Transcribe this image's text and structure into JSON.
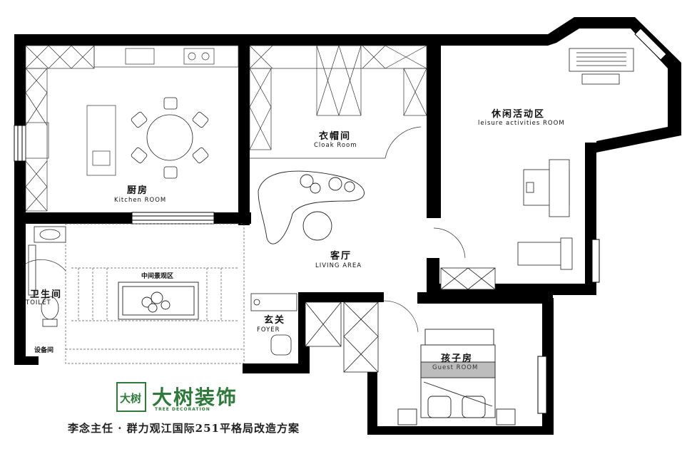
{
  "rooms": {
    "kitchen": {
      "zh": "厨房",
      "en": "Kitchen ROOM"
    },
    "cloak": {
      "zh": "衣帽间",
      "en": "Cloak Room"
    },
    "leisure": {
      "zh": "休闲活动区",
      "en": "leisure activities ROOM"
    },
    "living": {
      "zh": "客厅",
      "en": "LIVING AREA"
    },
    "bathroom": {
      "zh": "卫生间",
      "en": "TOILET"
    },
    "equipment": {
      "zh": "设备间"
    },
    "courtyard": {
      "zh": "中间景观区"
    },
    "foyer": {
      "zh": "玄关",
      "en": "FOYER"
    },
    "kids": {
      "zh": "孩子房",
      "en": "Guest ROOM"
    }
  },
  "logo": {
    "name": "大树装饰",
    "sub": "TREE DECORATION",
    "mark": "大树"
  },
  "caption": "李念主任 · 群力观江国际251平格局改造方案",
  "colors": {
    "wall": "#000000",
    "brand_green": "#2f7a3a",
    "bed_stripe": "#8a8a8a"
  }
}
